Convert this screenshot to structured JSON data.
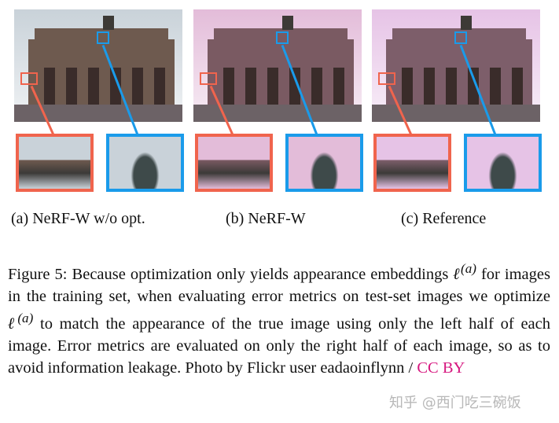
{
  "figure": {
    "panels": [
      {
        "label": "(a) NeRF-W w/o opt.",
        "sky": "#c9d2d9",
        "tint": "#6e5a4f"
      },
      {
        "label": "(b) NeRF-W",
        "sky": "#e3bcd9",
        "tint": "#7a5a62"
      },
      {
        "label": "(c) Reference",
        "sky": "#e6c3e6",
        "tint": "#7d5e6a"
      }
    ],
    "colors": {
      "red_box": "#f0644d",
      "blue_box": "#1a9bea",
      "license": "#d6177f"
    }
  },
  "caption": {
    "prefix": "Figure 5: Because optimization only yields appearance embeddings ",
    "sym1": "ℓ",
    "sup1": "(a)",
    "mid1": " for images in the training set, when evaluating error metrics on test-set images we optimize ",
    "sym2": "ℓ",
    "sup2": "(a)",
    "rest": " to match the appearance of the true image using only the left half of each image. Error metrics are evaluated on only the right half of each image, so as to avoid information leakage. Photo by Flickr user eadaoinflynn / ",
    "license": "CC BY"
  },
  "watermark": "知乎 @西门吃三碗饭"
}
